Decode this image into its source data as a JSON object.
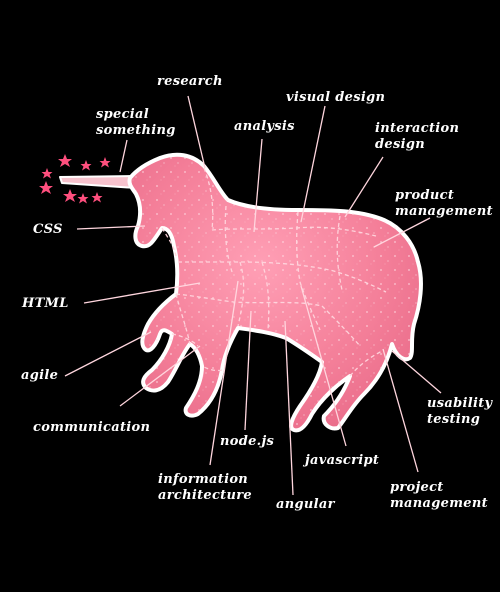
{
  "colors": {
    "background": "#000000",
    "unicorn_pink": "#f5879f",
    "unicorn_highlight": "#ffc6d3",
    "outline": "#ffffff",
    "horn": "#f7c2cd",
    "stars": "#ff4f7e",
    "connector": "#ffd6de",
    "label_text": "#ffffff"
  },
  "labels": {
    "research": "research",
    "special_something": "special\nsomething",
    "analysis": "analysis",
    "visual_design": "visual design",
    "interaction_design": "interaction\ndesign",
    "product_management": "product\nmanagement",
    "css": "CSS",
    "html": "HTML",
    "agile": "agile",
    "communication": "communication",
    "information_architecture": "information\narchitecture",
    "nodejs": "node.js",
    "angular": "angular",
    "javascript": "javascript",
    "project_management": "project\nmanagement",
    "usability_testing": "usability\ntesting"
  }
}
